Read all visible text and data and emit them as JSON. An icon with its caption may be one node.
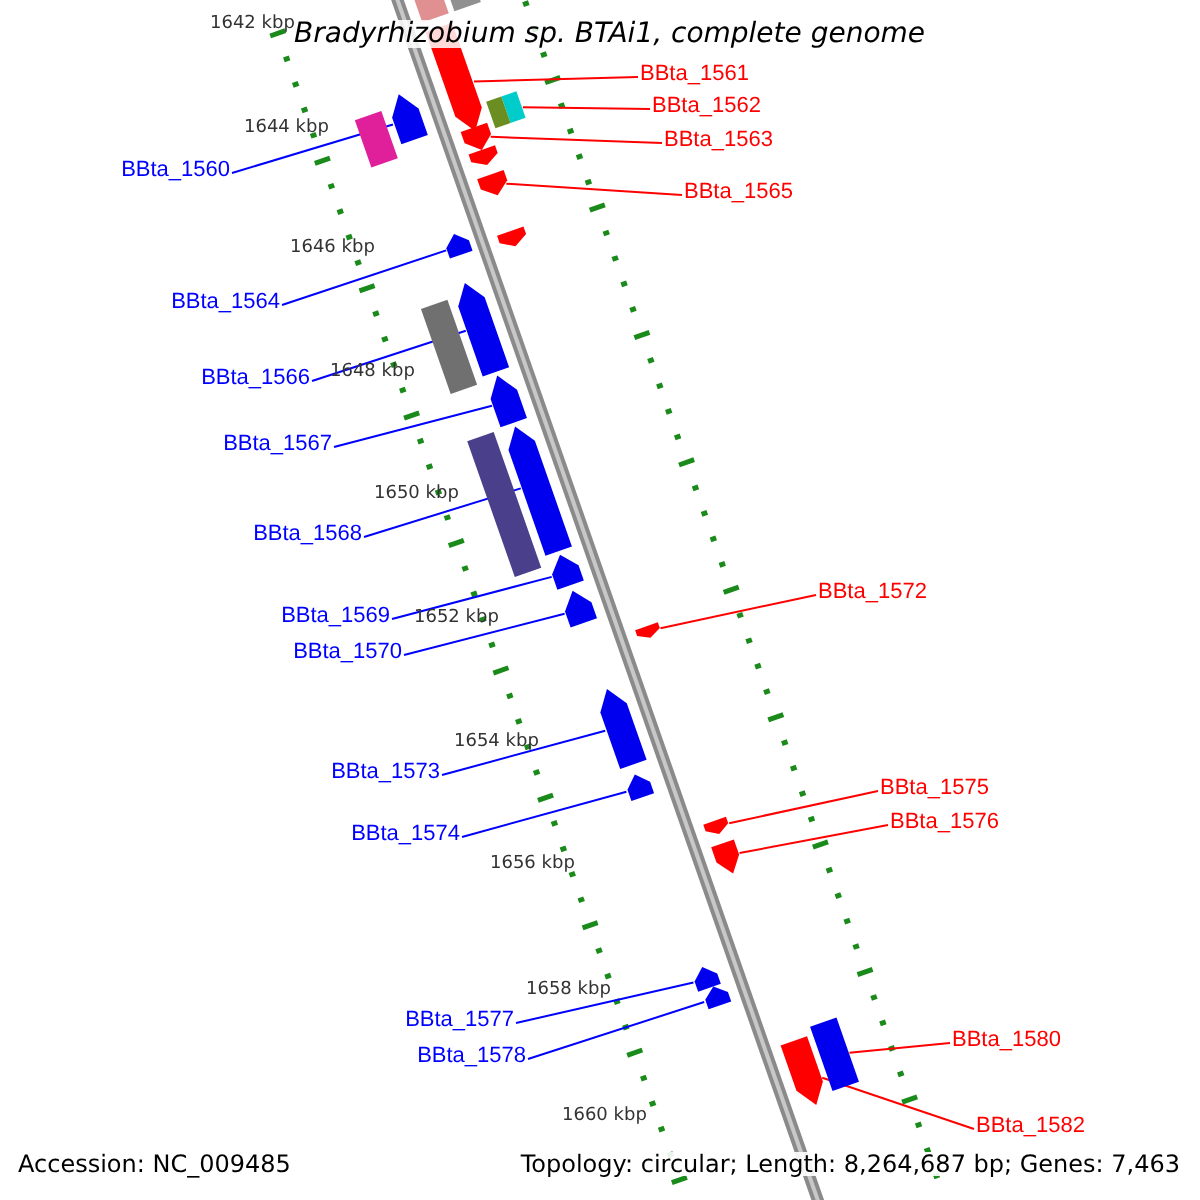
{
  "diagram": {
    "title": "Bradyrhizobium sp. BTAi1, complete genome",
    "nodes": [
      {
        "text": [
          "BBta_1561"
        ]
      },
      {
        "text": [
          "BBta_1562"
        ]
      },
      {
        "text": [
          "BBta_1563"
        ]
      },
      {
        "text": [
          "BBta_1560"
        ]
      },
      {
        "text": [
          "BBta_1565"
        ]
      },
      {
        "text": [
          "BBta_1564"
        ]
      },
      {
        "text": [
          "BBta_1566"
        ]
      },
      {
        "text": [
          "BBta_1567"
        ]
      },
      {
        "text": [
          "BBta_1568"
        ]
      },
      {
        "text": [
          "BBta_1572"
        ]
      },
      {
        "text": [
          "BBta_1569"
        ]
      },
      {
        "text": [
          "BBta_1570"
        ]
      },
      {
        "text": [
          "BBta_1573"
        ]
      },
      {
        "text": [
          "BBta_1575"
        ]
      },
      {
        "text": [
          "BBta_1576"
        ]
      },
      {
        "text": [
          "BBta_1574"
        ]
      },
      {
        "text": [
          "BBta_1577"
        ]
      },
      {
        "text": [
          "BBta_1580"
        ]
      },
      {
        "text": [
          "BBta_1578"
        ]
      },
      {
        "text": [
          "BBta_1582"
        ]
      },
      {
        "text": [],
        "shape": "arrow"
      },
      {
        "text": [],
        "shape": "box"
      },
      {
        "text": [],
        "shape": "arrow"
      },
      {
        "text": [],
        "shape": "arrow"
      },
      {
        "text": [],
        "shape": "arrow"
      },
      {
        "text": [],
        "shape": "arrow"
      },
      {
        "text": [],
        "shape": "arrow"
      },
      {
        "text": [],
        "shape": "arrow"
      },
      {
        "text": [],
        "shape": "arrow"
      },
      {
        "text": [],
        "shape": "arrow"
      },
      {
        "text": [],
        "shape": "arrow"
      },
      {
        "text": [],
        "shape": "arrow"
      },
      {
        "text": [],
        "shape": "arrow"
      },
      {
        "text": [],
        "shape": "arrow"
      },
      {
        "text": [],
        "shape": "arrow"
      },
      {
        "text": [],
        "shape": "arrow"
      },
      {
        "text": [],
        "shape": "arrow"
      },
      {
        "text": [],
        "shape": "arrow"
      },
      {
        "text": [],
        "shape": "box"
      },
      {
        "text": [],
        "shape": "arrow"
      },
      {
        "text": [],
        "shape": "box"
      },
      {
        "text": [],
        "shape": "box"
      },
      {
        "text": [],
        "shape": "box"
      },
      {
        "text": [],
        "shape": "box"
      },
      {
        "text": [],
        "shape": "arrow"
      },
      {
        "text": [],
        "shape": "arrow"
      },
      {
        "text": [],
        "shape": "box"
      },
      {
        "text": [],
        "shape": "box"
      }
    ],
    "edges": [
      {
        "from": 0,
        "to": 20,
        "arrow": "none",
        "color": "#ff0000"
      },
      {
        "from": 1,
        "to": 21,
        "arrow": "none",
        "color": "#ff0000"
      },
      {
        "from": 2,
        "to": 23,
        "arrow": "none",
        "color": "#ff0000"
      },
      {
        "from": 3,
        "to": 22,
        "arrow": "none"
      },
      {
        "from": 4,
        "to": 24,
        "arrow": "none",
        "color": "#ff0000"
      },
      {
        "from": 5,
        "to": 25,
        "arrow": "none"
      },
      {
        "from": 6,
        "to": 26,
        "arrow": "none"
      },
      {
        "from": 7,
        "to": 27,
        "arrow": "none"
      },
      {
        "from": 8,
        "to": 28,
        "arrow": "none"
      },
      {
        "from": 9,
        "to": 31,
        "arrow": "none",
        "color": "#ff0000"
      },
      {
        "from": 10,
        "to": 29,
        "arrow": "none"
      },
      {
        "from": 11,
        "to": 30,
        "arrow": "none"
      },
      {
        "from": 12,
        "to": 32,
        "arrow": "none"
      },
      {
        "from": 13,
        "to": 34,
        "arrow": "none",
        "color": "#ff0000"
      },
      {
        "from": 14,
        "to": 35,
        "arrow": "none",
        "color": "#ff0000"
      },
      {
        "from": 15,
        "to": 33,
        "arrow": "none"
      },
      {
        "from": 16,
        "to": 36,
        "arrow": "none"
      },
      {
        "from": 17,
        "to": 38,
        "arrow": "none",
        "color": "#ff0000"
      },
      {
        "from": 18,
        "to": 37,
        "arrow": "none"
      },
      {
        "from": 19,
        "to": 39,
        "arrow": "none",
        "color": "#ff0000"
      }
    ],
    "labels": [
      "1642 kbp",
      "1644 kbp",
      "1646 kbp",
      "1648 kbp",
      "1650 kbp",
      "1652 kbp",
      "1654 kbp",
      "1656 kbp",
      "1658 kbp",
      "1660 kbp",
      "Accession: NC_009485",
      "Topology: circular; Length: 8,264,687 bp; Genes: 7,463"
    ]
  }
}
